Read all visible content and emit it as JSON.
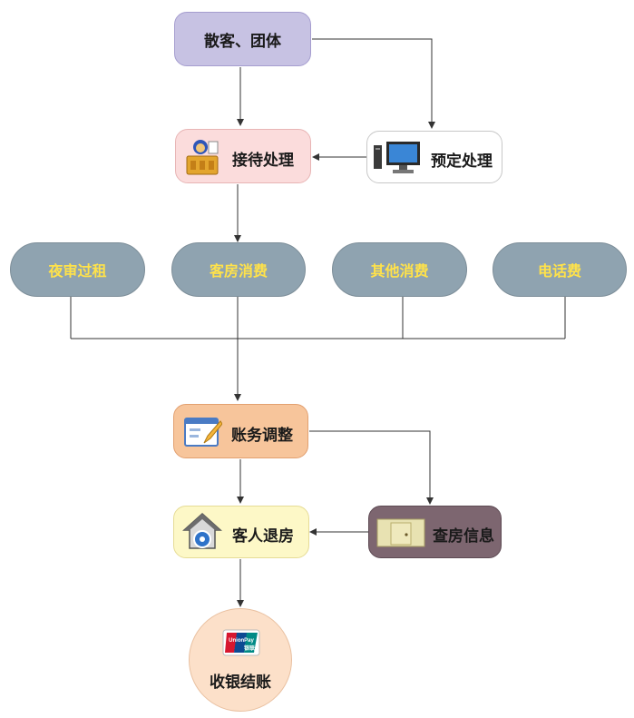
{
  "nodes": {
    "walkin": "散客、团体",
    "reception": "接待处理",
    "reservation": "预定处理",
    "night_audit": "夜审过租",
    "room_consumption": "客房消费",
    "other_consumption": "其他消费",
    "phone_fee": "电话费",
    "account_adjust": "账务调整",
    "checkout": "客人退房",
    "room_inspection": "查房信息",
    "cashier_settlement": "收银结账"
  },
  "logo_text": {
    "unionpay_top": "UnionPay",
    "unionpay_bottom": "银联"
  },
  "colors": {
    "walkin_fill": "#c7c2e3",
    "reception_fill": "#fbdcdc",
    "reservation_fill": "#ffffff",
    "pill_fill": "#8fa3b0",
    "pill_text": "#ffe24a",
    "adjust_fill": "#f7c59b",
    "checkout_fill": "#fdf8c7",
    "inspection_fill": "#7d6670",
    "settlement_fill": "#fce0c9",
    "connector": "#333333"
  }
}
